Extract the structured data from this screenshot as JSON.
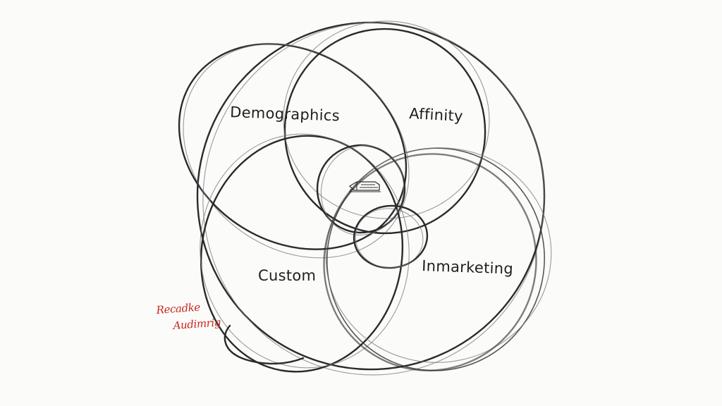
{
  "diagram": {
    "labels": {
      "demographics": "Demographics",
      "affinity": "Affinity",
      "custom": "Custom",
      "inmarketing": "Inmarketing"
    },
    "annotation": {
      "line1": "Recadke",
      "line2": "Audimrig",
      "color": "#c8281e"
    },
    "center_icon": "sketch-object-icon",
    "ink_color": "#2a2a2a"
  }
}
